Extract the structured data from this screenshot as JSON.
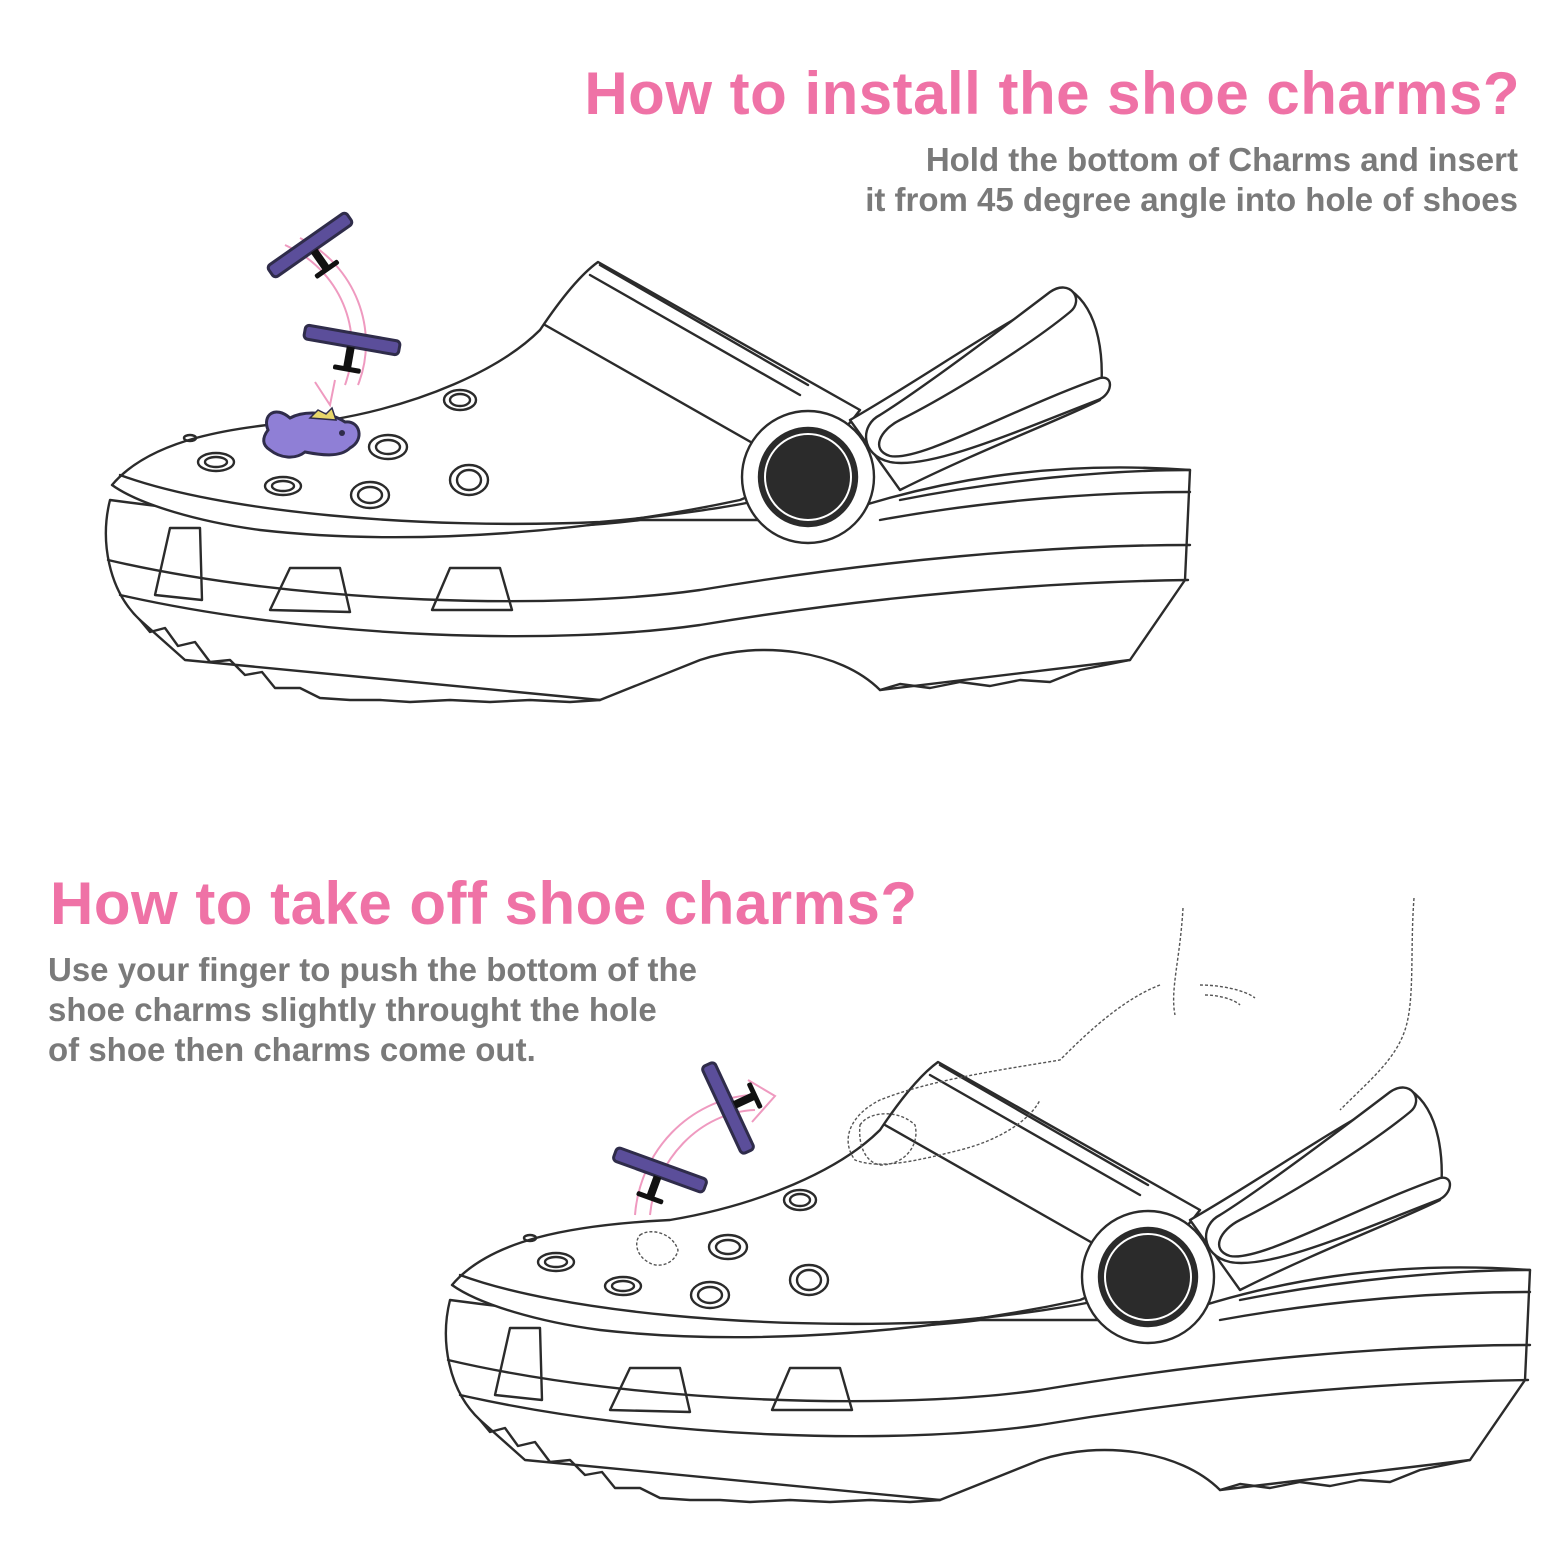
{
  "colors": {
    "title": "#ef72a6",
    "body_text": "#7a7a7a",
    "outline": "#2b2b2b",
    "charm_purple": "#8f7fd6",
    "charm_dark": "#2f2c4a",
    "arrow_pink": "#ef9ac0",
    "pin_black": "#111111"
  },
  "install": {
    "title": "How to install the shoe charms?",
    "lines": [
      "Hold the bottom of Charms and insert",
      "it from 45 degree angle into hole of shoes"
    ]
  },
  "remove": {
    "title": "How to take off shoe charms?",
    "lines": [
      "Use your finger to push the bottom of the",
      "shoe charms slightly throught the hole",
      "of shoe then charms come out."
    ]
  },
  "icons": [
    "clog-shoe-icon",
    "shoe-charm-icon",
    "curved-arrow-icon",
    "finger-icon"
  ]
}
